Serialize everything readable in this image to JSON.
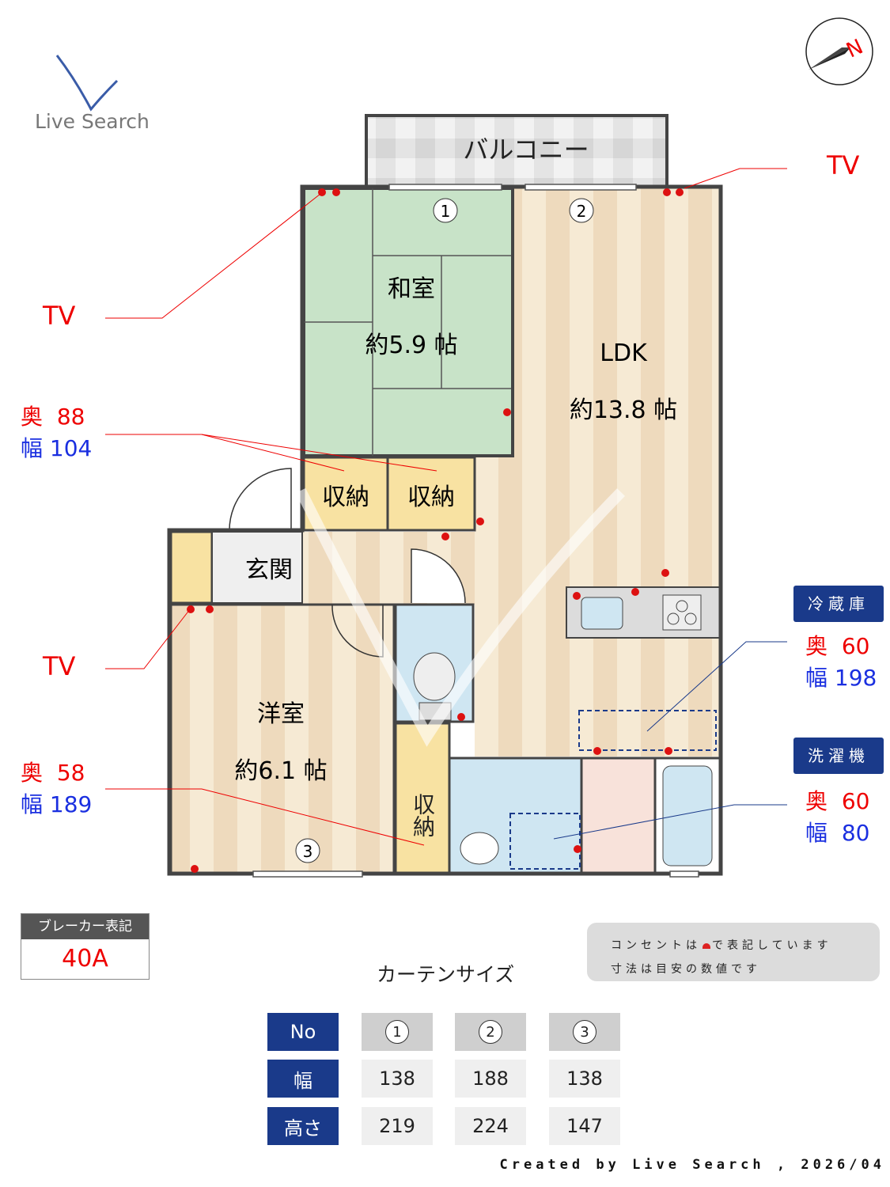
{
  "logo": {
    "text": "Live Search"
  },
  "compass": {
    "label": "N"
  },
  "rooms": {
    "balcony": "バルコニー",
    "washitsu": {
      "name": "和室",
      "size": "約5.9 帖"
    },
    "ldk": {
      "name": "LDK",
      "size": "約13.8 帖"
    },
    "storage1": "収納",
    "storage2": "収納",
    "storage3": "収納",
    "genkan": "玄関",
    "youshitsu": {
      "name": "洋室",
      "size": "約6.1 帖"
    }
  },
  "windows": [
    "1",
    "2",
    "3"
  ],
  "tv_labels": [
    "TV",
    "TV",
    "TV"
  ],
  "storage_dims": {
    "depth_label": "奥",
    "depth": "88",
    "width_label": "幅",
    "width": "104"
  },
  "room3_dims": {
    "depth_label": "奥",
    "depth": "58",
    "width_label": "幅",
    "width": "189"
  },
  "fridge": {
    "label": "冷蔵庫",
    "depth_label": "奥",
    "depth": "60",
    "width_label": "幅",
    "width": "198"
  },
  "washer": {
    "label": "洗濯機",
    "depth_label": "奥",
    "depth": "60",
    "width_label": "幅",
    "width": "80"
  },
  "breaker": {
    "title": "ブレーカー表記",
    "value": "40A"
  },
  "notes": {
    "line1_a": "コンセントは",
    "line1_b": "で表記しています",
    "line2": "寸法は目安の数値です"
  },
  "curtain": {
    "title": "カーテンサイズ",
    "row_headers": [
      "No",
      "幅",
      "高さ"
    ],
    "columns": [
      {
        "no": "1",
        "width": "138",
        "height": "219"
      },
      {
        "no": "2",
        "width": "188",
        "height": "224"
      },
      {
        "no": "3",
        "width": "138",
        "height": "147"
      }
    ]
  },
  "footer": "Created by Live Search , 2026/04",
  "colors": {
    "outlet": "#dd1111",
    "navy": "#1a3a8a",
    "tatami": "#c8e3c8",
    "floor": "#f5e8d2",
    "storage": "#f8e2a2",
    "water": "#cfe6f2"
  }
}
